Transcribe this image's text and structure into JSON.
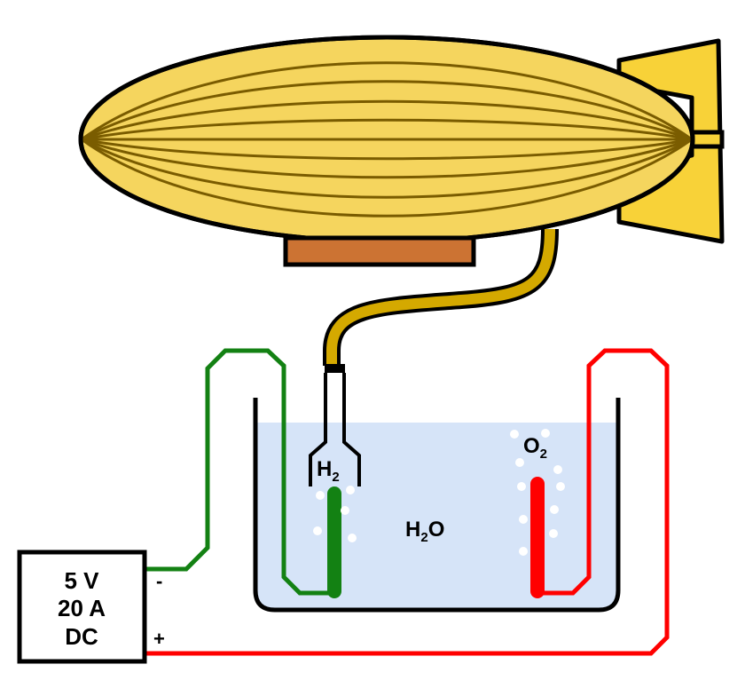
{
  "power_supply": {
    "voltage": "5 V",
    "current": "20 A",
    "type": "DC",
    "negative_terminal": "-",
    "positive_terminal": "+"
  },
  "labels": {
    "hydrogen_main": "H",
    "hydrogen_sub": "2",
    "oxygen_main": "O",
    "oxygen_sub": "2",
    "water_main": "H",
    "water_sub": "2",
    "water_tail": "O"
  },
  "colors": {
    "balloon_fill": "#f5d55e",
    "balloon_rib": "#7a5c00",
    "tail_fill": "#f8d238",
    "gondola": "#cc7333",
    "hose": "#d4a900",
    "water": "#d6e4f8",
    "cathode_wire": "#138113",
    "anode_wire": "#ff0000",
    "outline": "#000000"
  }
}
